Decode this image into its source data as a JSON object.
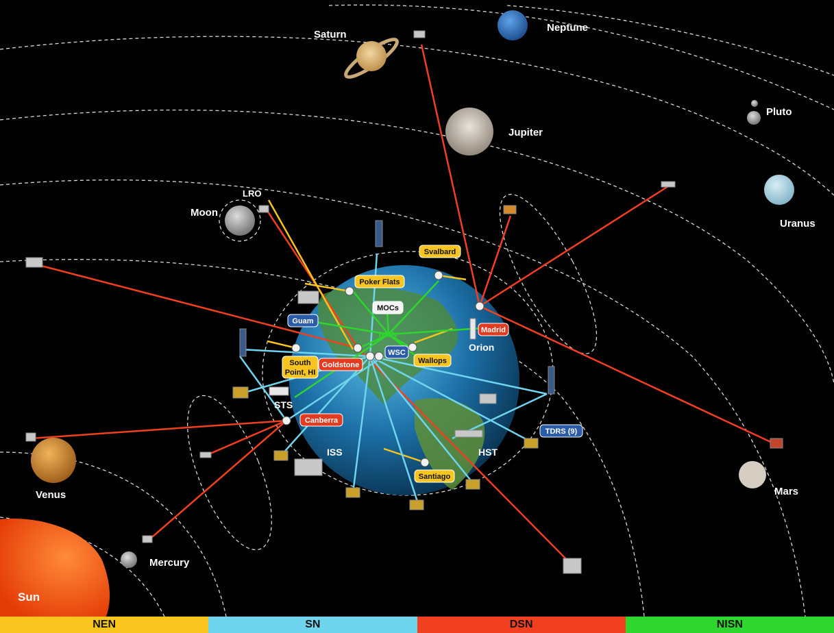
{
  "bodies": {
    "saturn": "Saturn",
    "neptune": "Neptune",
    "pluto": "Pluto",
    "jupiter": "Jupiter",
    "uranus": "Uranus",
    "moon": "Moon",
    "lro": "LRO",
    "venus": "Venus",
    "mercury": "Mercury",
    "sun": "Sun",
    "mars": "Mars"
  },
  "spacecraft": {
    "orion": "Orion",
    "sts": "STS",
    "iss": "ISS",
    "hst": "HST"
  },
  "stations": {
    "svalbard": "Svalbard",
    "poker_flats": "Poker Flats",
    "mocs": "MOCs",
    "guam": "Guam",
    "nisn": "NISN",
    "madrid": "Madrid",
    "wsc": "WSC",
    "goldstone": "Goldstone",
    "wallops": "Wallops",
    "south_point_1": "South",
    "south_point_2": "Point, HI",
    "canberra": "Canberra",
    "tdrs": "TDRS (9)",
    "santiago": "Santiago"
  },
  "legend": {
    "nen": "NEN",
    "sn": "SN",
    "dsn": "DSN",
    "nisn": "NISN"
  },
  "colors": {
    "nen": "#f7c51e",
    "sn": "#6fd5ef",
    "dsn": "#f1401f",
    "nisn": "#2ed62e"
  }
}
